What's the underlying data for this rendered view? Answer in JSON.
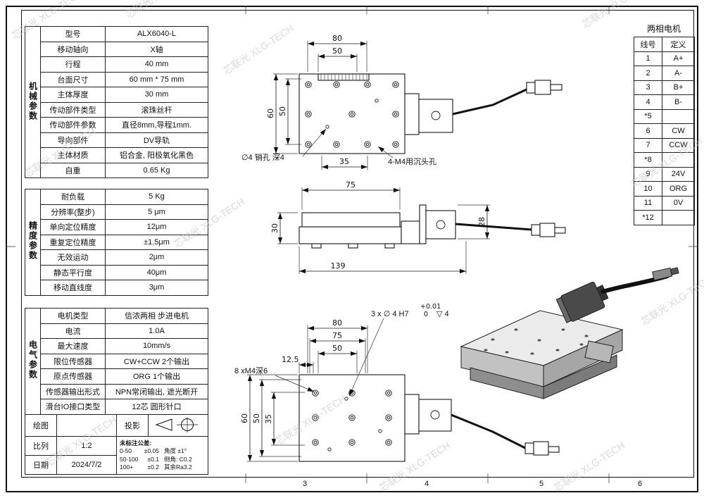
{
  "watermark": "芯联光 XLG-TECH",
  "frame": {
    "ruler_numbers": [
      "3",
      "4",
      "5",
      "6"
    ]
  },
  "spec_tables": {
    "mechanical": {
      "group_label": "机械参数",
      "rows": [
        {
          "label": "型号",
          "value": "ALX6040-L"
        },
        {
          "label": "移动轴向",
          "value": "X轴"
        },
        {
          "label": "行程",
          "value": "40 mm"
        },
        {
          "label": "台面尺寸",
          "value": "60 mm * 75 mm"
        },
        {
          "label": "主体厚度",
          "value": "30 mm"
        },
        {
          "label": "传动部件类型",
          "value": "滚珠丝杆"
        },
        {
          "label": "传动部件参数",
          "value": "直径8mm,导程1mm."
        },
        {
          "label": "导向部件",
          "value": "DV导轨"
        },
        {
          "label": "主体材质",
          "value": "铝合金, 阳极氧化黑色"
        },
        {
          "label": "自重",
          "value": "0.65 Kg"
        }
      ]
    },
    "precision": {
      "group_label": "精度参数",
      "rows": [
        {
          "label": "耐负载",
          "value": "5 Kg"
        },
        {
          "label": "分辨率(整步)",
          "value": "5 μm"
        },
        {
          "label": "单向定位精度",
          "value": "12μm"
        },
        {
          "label": "重复定位精度",
          "value": "±1.5μm"
        },
        {
          "label": "无效运动",
          "value": "2μm"
        },
        {
          "label": "静态平行度",
          "value": "40μm"
        },
        {
          "label": "移动直线度",
          "value": "3μm"
        }
      ]
    },
    "electrical": {
      "group_label": "电气参数",
      "rows": [
        {
          "label": "电机类型",
          "value": "信浓两相 步进电机"
        },
        {
          "label": "电流",
          "value": "1.0A"
        },
        {
          "label": "最大速度",
          "value": "10mm/s"
        },
        {
          "label": "限位传感器",
          "value": "CW+CCW 2个输出"
        },
        {
          "label": "原点传感器",
          "value": "ORG 1个输出"
        },
        {
          "label": "传感器输出形式",
          "value": "NPN常闭输出, 遮光断开"
        },
        {
          "label": "滑台IO接口类型",
          "value": "12芯 圆形针口"
        }
      ]
    }
  },
  "title_block": {
    "draw_label": "绘图",
    "projection_label": "投影",
    "scale_label": "比列",
    "scale_value": "1:2",
    "date_label": "日期",
    "date_value": "2024/7/2",
    "tolerance_title": "未标注公差:",
    "tolerance_rows": [
      {
        "range": "0-50",
        "tol": "±0.05"
      },
      {
        "range": "50-100",
        "tol": "±0.1"
      },
      {
        "range": "100+",
        "tol": "±0.2"
      }
    ],
    "tolerance_notes": [
      "角度 ±1°",
      "倒角: C0.2",
      "其余Ra3.2"
    ]
  },
  "motor_table": {
    "title": "两相电机",
    "col_wire": "线号",
    "col_def": "定义",
    "rows": [
      {
        "wire": "1",
        "def": "A+"
      },
      {
        "wire": "2",
        "def": "A-"
      },
      {
        "wire": "3",
        "def": "B+"
      },
      {
        "wire": "4",
        "def": "B-"
      },
      {
        "wire": "*5",
        "def": ""
      },
      {
        "wire": "6",
        "def": "CW"
      },
      {
        "wire": "7",
        "def": "CCW"
      },
      {
        "wire": "*8",
        "def": ""
      },
      {
        "wire": "9",
        "def": "24V"
      },
      {
        "wire": "10",
        "def": "ORG"
      },
      {
        "wire": "11",
        "def": "0V"
      },
      {
        "wire": "*12",
        "def": ""
      }
    ]
  },
  "views": {
    "top": {
      "dim_width": "80",
      "dim_width_inner": "50",
      "dim_height": "60",
      "dim_height_inner": "50",
      "dim_bottom": "35",
      "note_pin": "∅4 销孔 深4",
      "note_countersunk": "4-M4用沉头孔"
    },
    "side": {
      "dim_top": "75",
      "dim_left": "30",
      "dim_bottom": "139",
      "dim_right": "28"
    },
    "bottom": {
      "note_fit": "3 x ∅ 4 H7",
      "note_fit_upper": "+0.01",
      "note_fit_lower": "0",
      "note_fit_depth": "▽ 4",
      "dim_w1": "80",
      "dim_w2": "75",
      "dim_w3": "50",
      "dim_offset": "12.5",
      "note_m4": "8 xM4深6",
      "dim_h1": "60",
      "dim_h2": "50",
      "dim_h3": "35"
    }
  }
}
